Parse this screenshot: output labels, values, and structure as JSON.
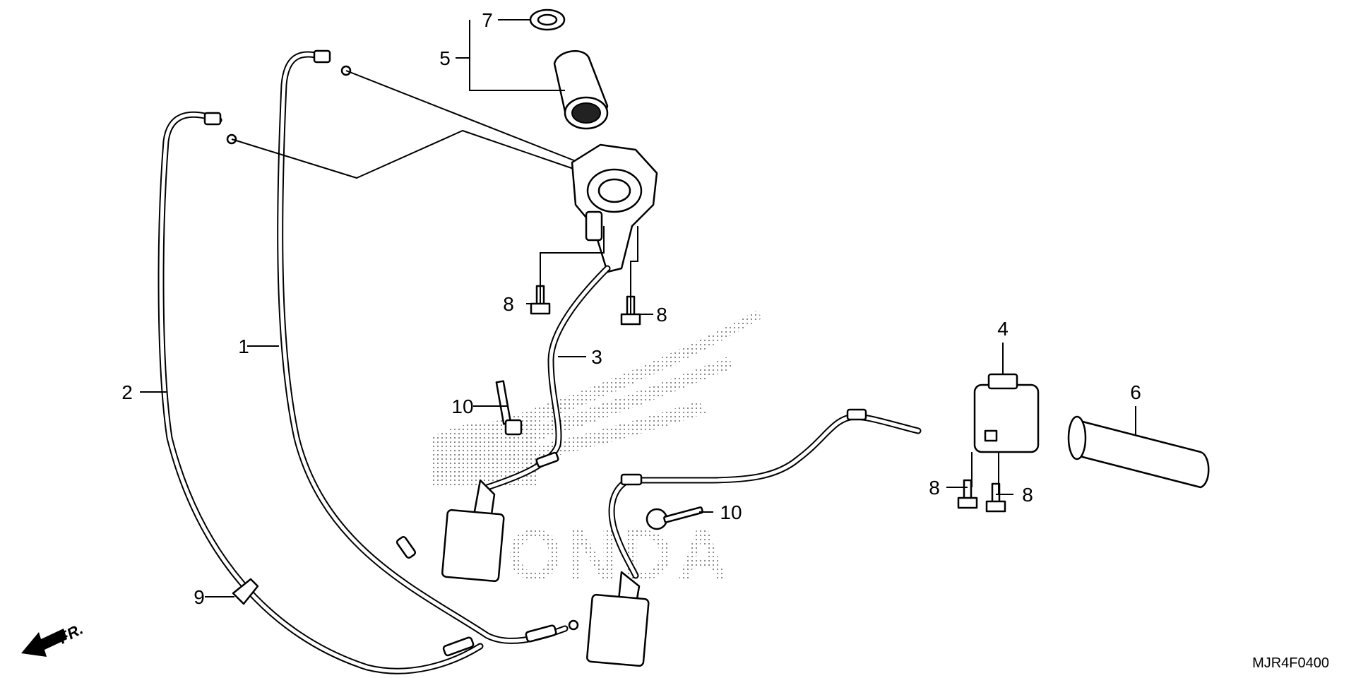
{
  "diagram": {
    "callouts": [
      {
        "id": "1",
        "label": "1"
      },
      {
        "id": "2",
        "label": "2"
      },
      {
        "id": "3",
        "label": "3"
      },
      {
        "id": "4",
        "label": "4"
      },
      {
        "id": "5",
        "label": "5"
      },
      {
        "id": "6",
        "label": "6"
      },
      {
        "id": "7",
        "label": "7"
      },
      {
        "id": "8a",
        "label": "8"
      },
      {
        "id": "8b",
        "label": "8"
      },
      {
        "id": "8c",
        "label": "8"
      },
      {
        "id": "8d",
        "label": "8"
      },
      {
        "id": "9",
        "label": "9"
      },
      {
        "id": "10a",
        "label": "10"
      },
      {
        "id": "10b",
        "label": "10"
      }
    ],
    "direction_label": "FR.",
    "drawing_code": "MJR4F0400",
    "watermark_text": "HONDA"
  }
}
